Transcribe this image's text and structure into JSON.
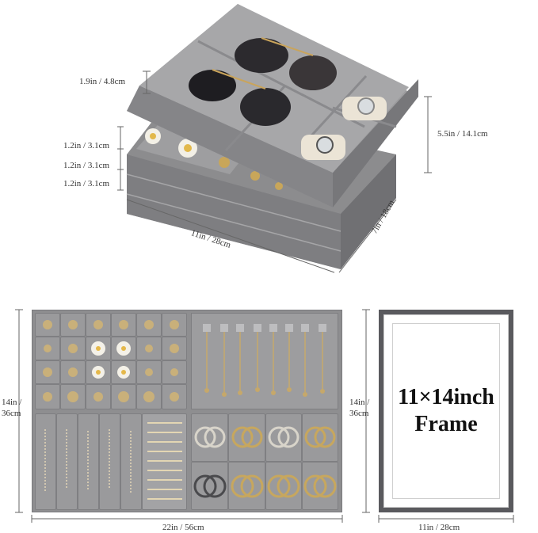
{
  "product_view": {
    "top_height_label": "1.9in / 4.8cm",
    "layer_labels": [
      "1.2in / 3.1cm",
      "1.2in / 3.1cm",
      "1.2in / 3.1cm"
    ],
    "total_height_label": "5.5in / 14.1cm",
    "width_label": "11in / 28cm",
    "depth_label": "7in / 18cm"
  },
  "flat_layout": {
    "height_label": "14in / 36cm",
    "width_label": "22in / 56cm"
  },
  "frame": {
    "title_line1": "11×14inch",
    "title_line2": "Frame",
    "height_label": "14in / 36cm",
    "width_label": "11in / 28cm"
  },
  "colors": {
    "velvet_gray": "#8e8e90",
    "frame_dark": "#5a5a5e",
    "mat_white": "#ffffff"
  }
}
